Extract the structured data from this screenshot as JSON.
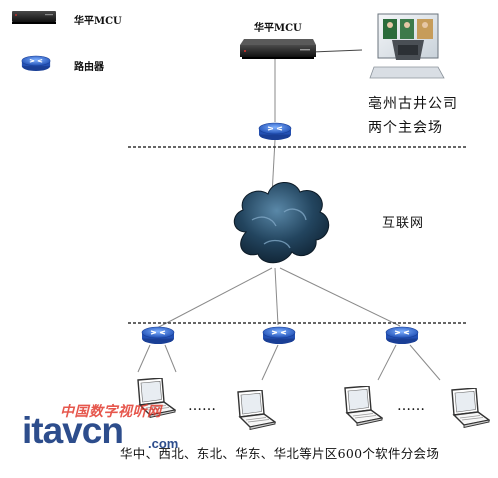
{
  "legend": {
    "mcu_label": "华平MCU",
    "router_label": "路由器"
  },
  "main_site": {
    "mcu_label": "华平MCU",
    "line1": "亳州古井公司",
    "line2": "两个主会场"
  },
  "network_label": "互联网",
  "ellipsis_left": "……",
  "ellipsis_right": "……",
  "bottom_caption": "华中、西北、东北、华东、华北等片区600个软件分会场",
  "watermark": {
    "cn": "中国数字视听网",
    "main": "itavcn",
    "com": ".com"
  },
  "colors": {
    "router": "#3a6fd4",
    "mcu": "#1a1a1a",
    "mcu_led": "#e0302a",
    "cloud": "#1d3f5c",
    "line": "#888888",
    "dashed": "#444444"
  }
}
